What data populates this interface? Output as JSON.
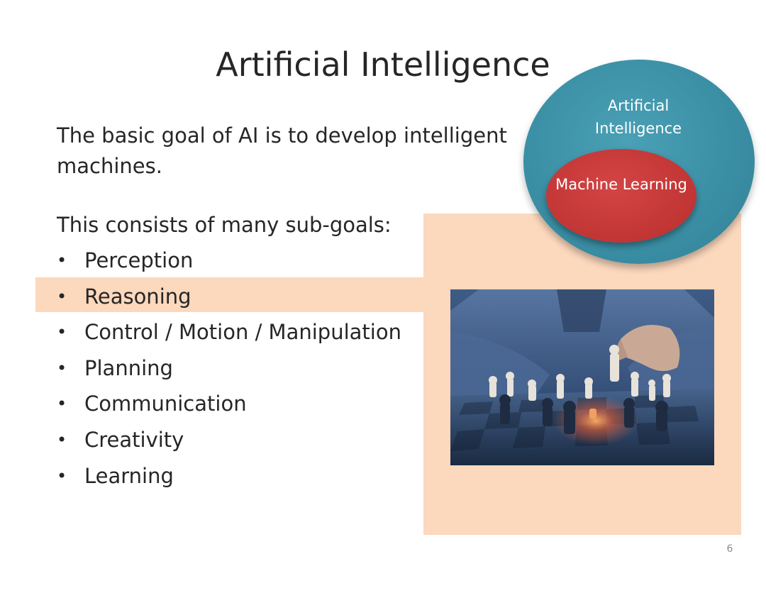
{
  "slide": {
    "title": "Artificial Intelligence",
    "intro": "The basic goal of AI is to develop intelligent machines.",
    "subgoals_label": "This consists of many sub-goals:",
    "bullet_symbol": "•",
    "subgoals": [
      "Perception",
      "Reasoning",
      "Control / Motion / Manipulation",
      "Planning",
      "Communication",
      "Creativity",
      "Learning"
    ],
    "highlighted_subgoal": "Reasoning",
    "page_number": "6"
  },
  "diagram": {
    "outer_label": "Artificial Intelligence",
    "inner_label": "Machine Learning"
  },
  "image": {
    "subject": "person-moving-chess-piece-photo"
  },
  "colors": {
    "highlight": "#fcd8bd",
    "ai_circle": "#3a8ea4",
    "ml_circle": "#c23535",
    "text": "#262626"
  }
}
